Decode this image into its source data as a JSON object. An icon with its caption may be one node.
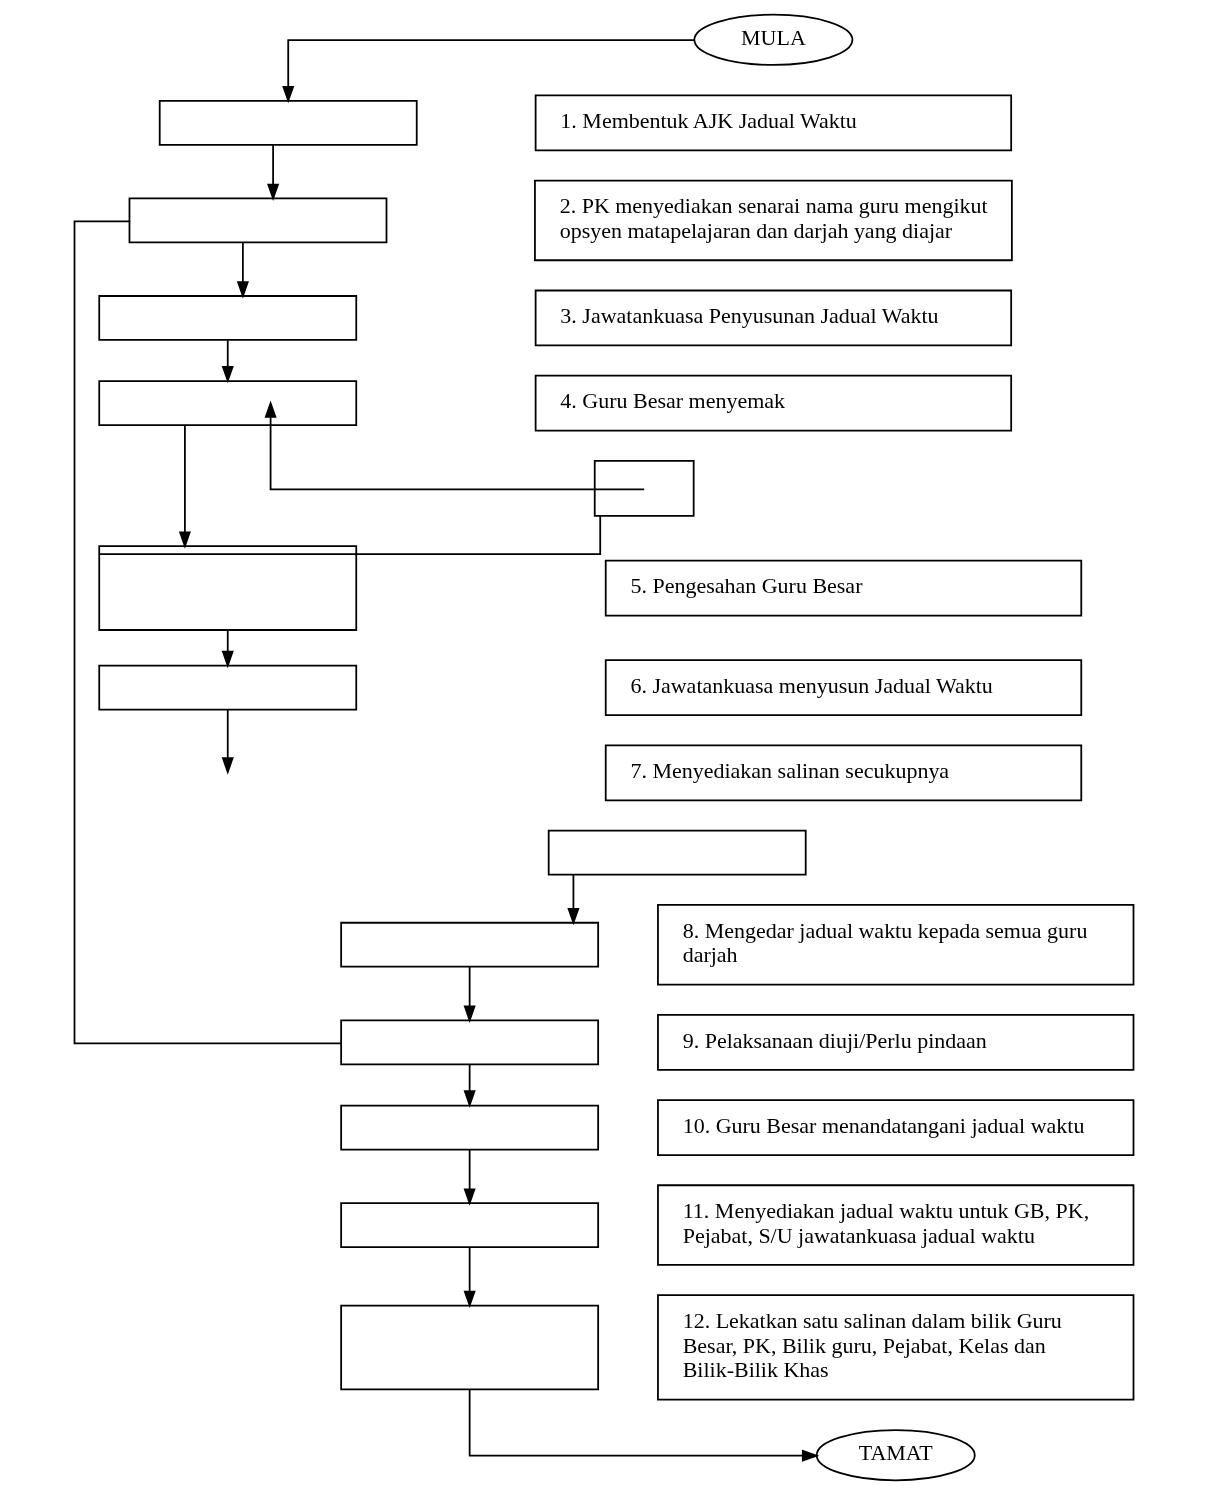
{
  "diagram": {
    "nodes": [
      {
        "text": [
          "MULA"
        ]
      },
      {
        "text": [],
        "shape": "box"
      },
      {
        "text": [
          "1. Membentuk AJK Jadual Waktu"
        ]
      },
      {
        "text": [],
        "shape": "box"
      },
      {
        "text": [
          "2. PK menyediakan senarai nama guru mengikut opsyen matapelajaran dan darjah yang diajar"
        ]
      },
      {
        "text": [],
        "shape": "box"
      },
      {
        "text": [
          "3. Jawatankuasa Penyusunan Jadual Waktu"
        ]
      },
      {
        "text": [],
        "shape": "box"
      },
      {
        "text": [
          "4. Guru Besar menyemak"
        ]
      },
      {
        "text": [],
        "shape": "box"
      },
      {
        "text": [],
        "shape": "box"
      },
      {
        "text": [
          "5. Pengesahan Guru Besar"
        ]
      },
      {
        "text": [],
        "shape": "box"
      },
      {
        "text": [
          "6. Jawatankuasa menyusun Jadual Waktu"
        ]
      },
      {
        "text": [],
        "shape": "box"
      },
      {
        "text": [
          "7. Menyediakan salinan secukupnya"
        ]
      },
      {
        "text": [],
        "shape": "box"
      },
      {
        "text": [
          "8. Mengedar jadual waktu kepada semua guru darjah"
        ]
      },
      {
        "text": [],
        "shape": "box"
      },
      {
        "text": [
          "9. Pelaksanaan diuji/Perlu pindaan"
        ]
      },
      {
        "text": [],
        "shape": "box"
      },
      {
        "text": [
          "10. Guru Besar menandatangani jadual waktu"
        ]
      },
      {
        "text": [],
        "shape": "box"
      },
      {
        "text": [
          "11. Menyediakan jadual waktu untuk GB, PK, Pejabat, S/U jawatankuasa jadual waktu"
        ]
      },
      {
        "text": [],
        "shape": "box"
      },
      {
        "text": [
          "12. Lekatkan satu salinan dalam bilik Guru Besar, PK, Bilik guru, Pejabat, Kelas dan Bilik-Bilik Khas"
        ]
      },
      {
        "text": [
          "TAMAT"
        ]
      }
    ],
    "edges": [
      {
        "from": 0,
        "to": 1,
        "arrow": "to"
      },
      {
        "from": 1,
        "to": 3,
        "arrow": "to"
      },
      {
        "from": 3,
        "to": 5,
        "arrow": "to"
      },
      {
        "from": 5,
        "to": 7,
        "arrow": "to"
      },
      {
        "from": 7,
        "to": 10,
        "arrow": "to"
      },
      {
        "from": 10,
        "to": 9,
        "arrow": "none"
      },
      {
        "from": 9,
        "to": 7,
        "arrow": "to"
      },
      {
        "from": 10,
        "to": 12,
        "arrow": "to"
      },
      {
        "from": 12,
        "to": null,
        "arrow": "to"
      },
      {
        "from": 14,
        "to": 16,
        "arrow": "to"
      },
      {
        "from": 16,
        "to": 18,
        "arrow": "to"
      },
      {
        "from": 18,
        "to": 20,
        "arrow": "to"
      },
      {
        "from": 20,
        "to": 22,
        "arrow": "to"
      },
      {
        "from": 22,
        "to": 24,
        "arrow": "to"
      },
      {
        "from": 24,
        "to": 26,
        "arrow": "to"
      },
      {
        "from": 18,
        "to": 3,
        "arrow": "none"
      }
    ]
  }
}
